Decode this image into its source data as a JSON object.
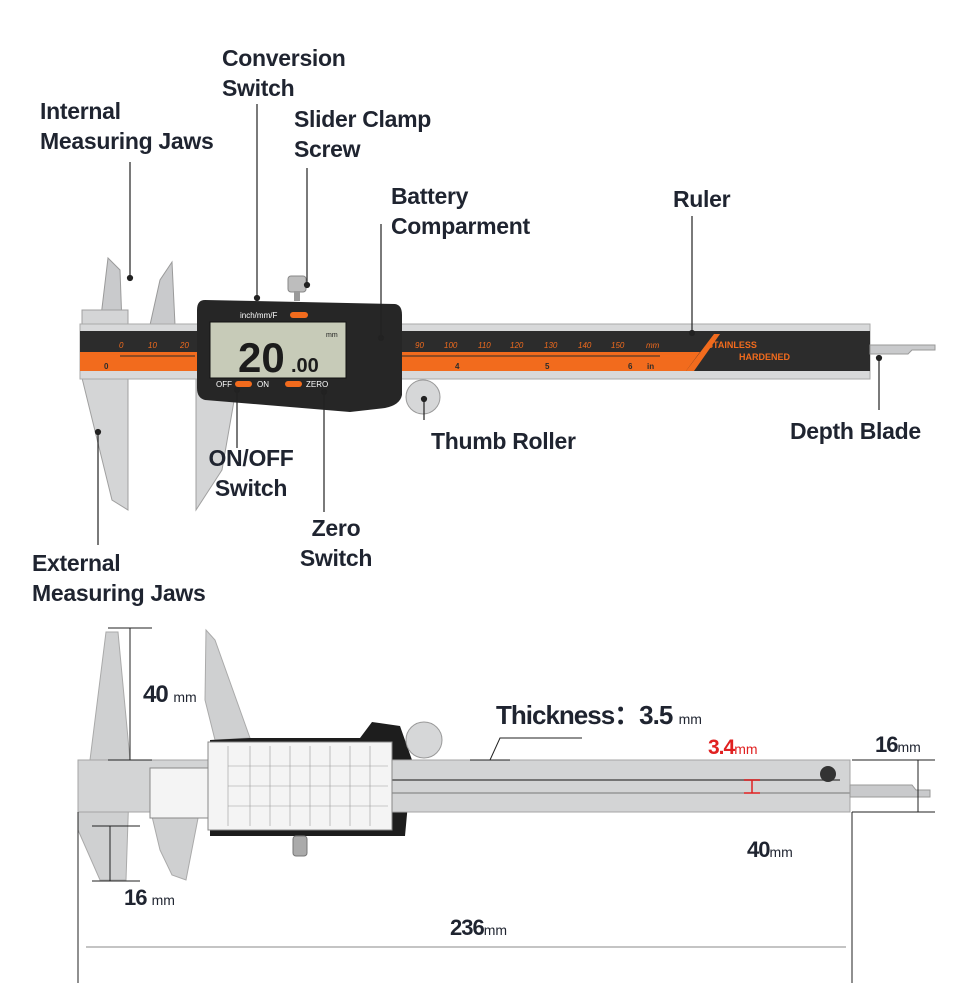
{
  "labels": {
    "conversion_switch": [
      "Conversion",
      "Switch"
    ],
    "internal_jaws": [
      "Internal",
      "Measuring Jaws"
    ],
    "slider_clamp": [
      "Slider Clamp",
      "Screw"
    ],
    "battery": [
      "Battery",
      "Comparment"
    ],
    "ruler": "Ruler",
    "thumb_roller": "Thumb Roller",
    "depth_blade": "Depth Blade",
    "on_off": [
      "ON/OFF",
      "Switch"
    ],
    "zero": [
      "Zero",
      "Switch"
    ],
    "external_jaws": [
      "External",
      "Measuring Jaws"
    ]
  },
  "device": {
    "mode_label": "inch/mm/F",
    "display_value": "20",
    "display_decimals": ".00",
    "display_unit": "mm",
    "off_label": "OFF",
    "on_label": "ON",
    "zero_label": "ZERO",
    "scale_left": [
      "0",
      "10",
      "20"
    ],
    "scale_right": [
      "90",
      "100",
      "110",
      "120",
      "130",
      "140",
      "150"
    ],
    "scale_mm": "mm",
    "inch_marks": [
      "0",
      "4",
      "5",
      "6"
    ],
    "inch_unit": "in",
    "stainless": "STAINLESS",
    "hardened": "HARDENED"
  },
  "dimensions": {
    "jaw_length": {
      "value": "40",
      "unit": "mm"
    },
    "thickness_label": "Thickness：",
    "thickness": {
      "value": "3.5",
      "unit": "mm"
    },
    "groove": {
      "value": "3.4",
      "unit": "mm"
    },
    "beam_width": {
      "value": "16",
      "unit": "mm"
    },
    "depth_length": {
      "value": "40",
      "unit": "mm"
    },
    "lower_jaw": {
      "value": "16",
      "unit": "mm"
    },
    "total_length": {
      "value": "236",
      "unit": "mm"
    }
  },
  "colors": {
    "accent": "#f26b1d",
    "dark": "#2a2a2a",
    "red": "#e02020",
    "text": "#1f2430"
  }
}
